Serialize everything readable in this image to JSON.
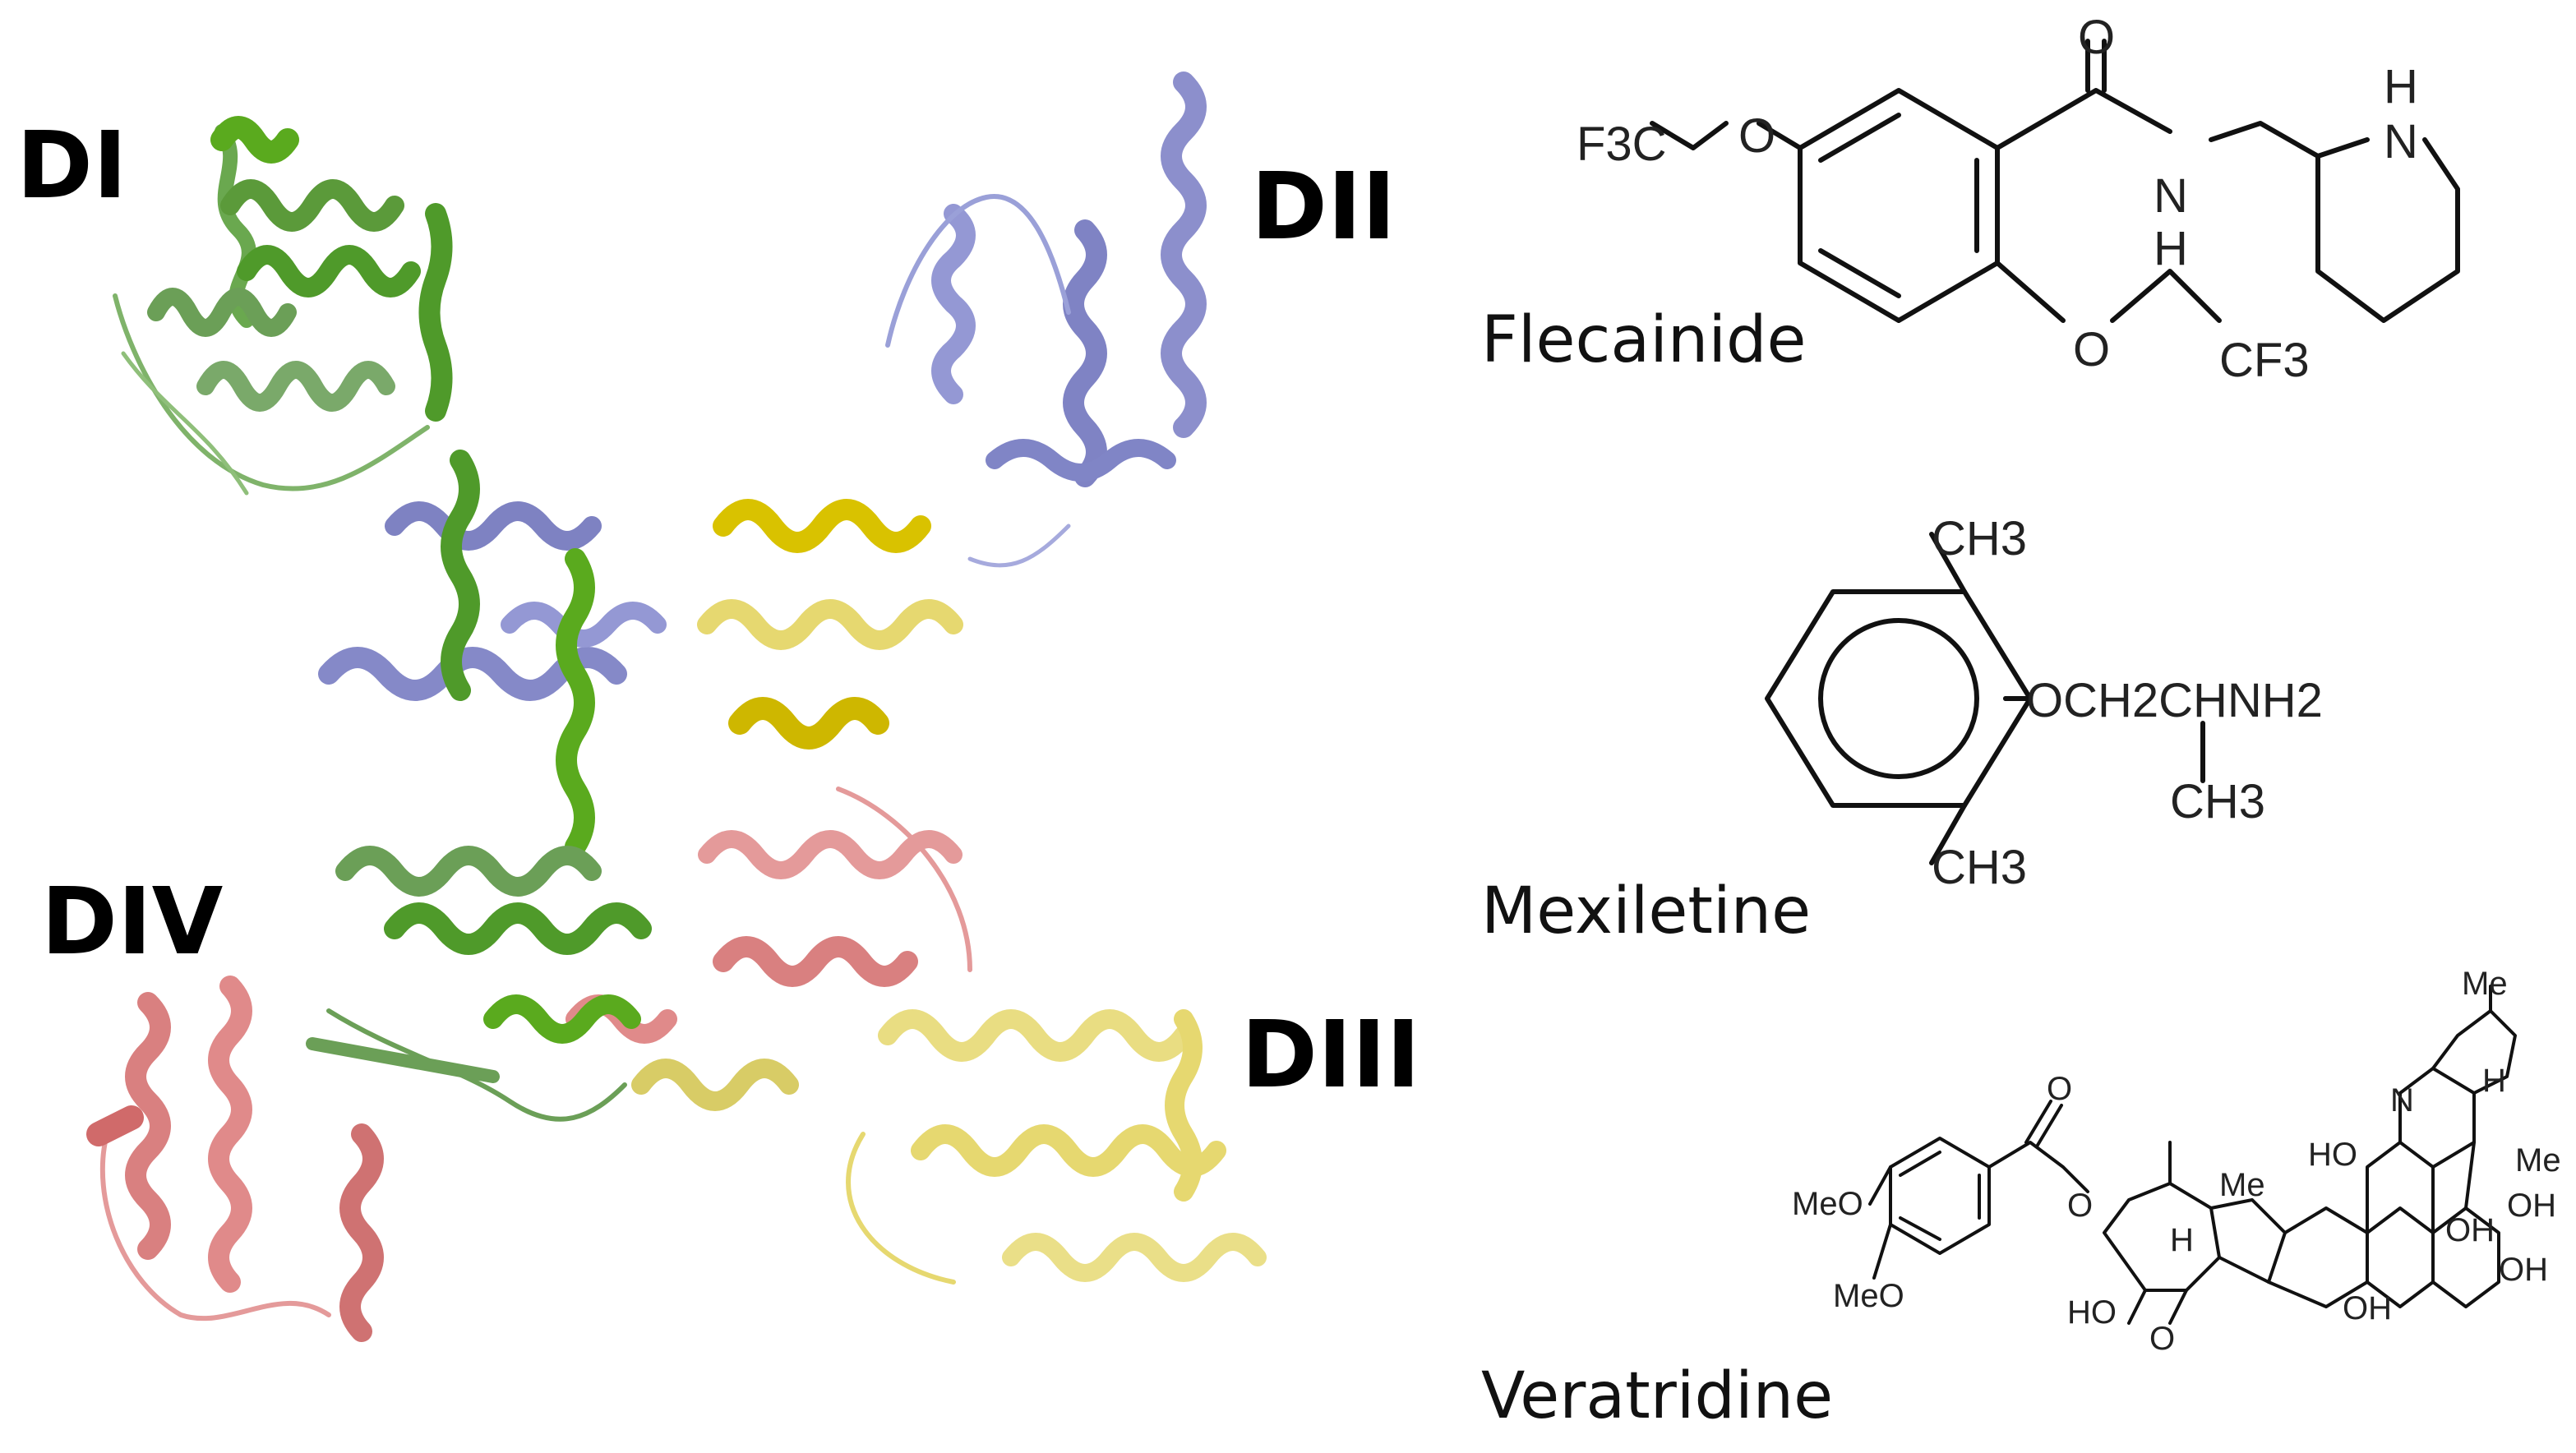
{
  "figure": {
    "domains": [
      {
        "id": "DI",
        "label": "DI",
        "color": "#5aaa1e"
      },
      {
        "id": "DII",
        "label": "DII",
        "color": "#8c8fcc"
      },
      {
        "id": "DIII",
        "label": "DIII",
        "color": "#e6d870"
      },
      {
        "id": "DIV",
        "label": "DIV",
        "color": "#e08a8a"
      }
    ],
    "drugs": [
      {
        "name": "Flecainide",
        "atoms": {
          "f3c": "F3C",
          "o1": "O",
          "o_carbonyl": "O",
          "n_amide": "N",
          "h_amide": "H",
          "nh": "N",
          "h_nh": "H",
          "o2": "O",
          "cf3": "CF3"
        }
      },
      {
        "name": "Mexiletine",
        "atoms": {
          "ch3_top": "CH3",
          "chain": "OCH2CHNH2",
          "ch3_mid": "CH3",
          "ch3_bottom": "CH3"
        }
      },
      {
        "name": "Veratridine",
        "atoms": {
          "meo1": "MeO",
          "meo2": "MeO",
          "o_carbonyl": "O",
          "o_ester": "O",
          "me_top": "Me",
          "n": "N",
          "h1": "H",
          "ho1": "HO",
          "me_mid": "Me",
          "me_right": "Me",
          "oh1": "OH",
          "oh2": "OH",
          "oh3": "OH",
          "oh4": "OH",
          "ho2": "HO",
          "o_epox": "O",
          "h2": "H"
        }
      }
    ]
  }
}
